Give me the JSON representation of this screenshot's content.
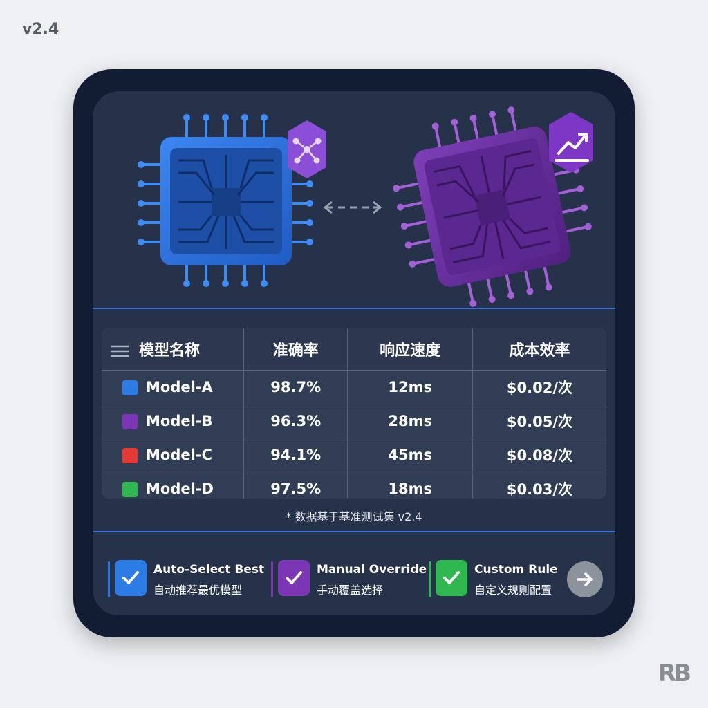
{
  "version_label": "v2.4",
  "logo_text": "RB",
  "hero": {
    "left_chip_color": "#2f6fd6",
    "right_chip_color": "#6b2fa0",
    "left_badge_icon": "network-icon",
    "right_badge_icon": "trend-up-icon",
    "connector_icon": "double-arrow-icon"
  },
  "table": {
    "headers": [
      "模型名称",
      "准确率",
      "响应速度",
      "成本效率"
    ],
    "rows": [
      {
        "name": "Model-A",
        "color": "#2d7be5",
        "accuracy": "98.7%",
        "speed": "12ms",
        "cost": "$0.02/次"
      },
      {
        "name": "Model-B",
        "color": "#7b35b5",
        "accuracy": "96.3%",
        "speed": "28ms",
        "cost": "$0.05/次"
      },
      {
        "name": "Model-C",
        "color": "#e53935",
        "accuracy": "94.1%",
        "speed": "45ms",
        "cost": "$0.08/次"
      },
      {
        "name": "Model-D",
        "color": "#2fb84f",
        "accuracy": "97.5%",
        "speed": "18ms",
        "cost": "$0.03/次"
      }
    ],
    "footnote": "* 数据基于基准测试集 v2.4"
  },
  "options": [
    {
      "title": "Auto-Select Best",
      "subtitle": "自动推荐最优模型",
      "color": "#2d7be5"
    },
    {
      "title": "Manual Override",
      "subtitle": "手动覆盖选择",
      "color": "#7b35b5"
    },
    {
      "title": "Custom Rule",
      "subtitle": "自定义规则配置",
      "color": "#2fb84f"
    }
  ],
  "next_button_icon": "arrow-right-icon"
}
